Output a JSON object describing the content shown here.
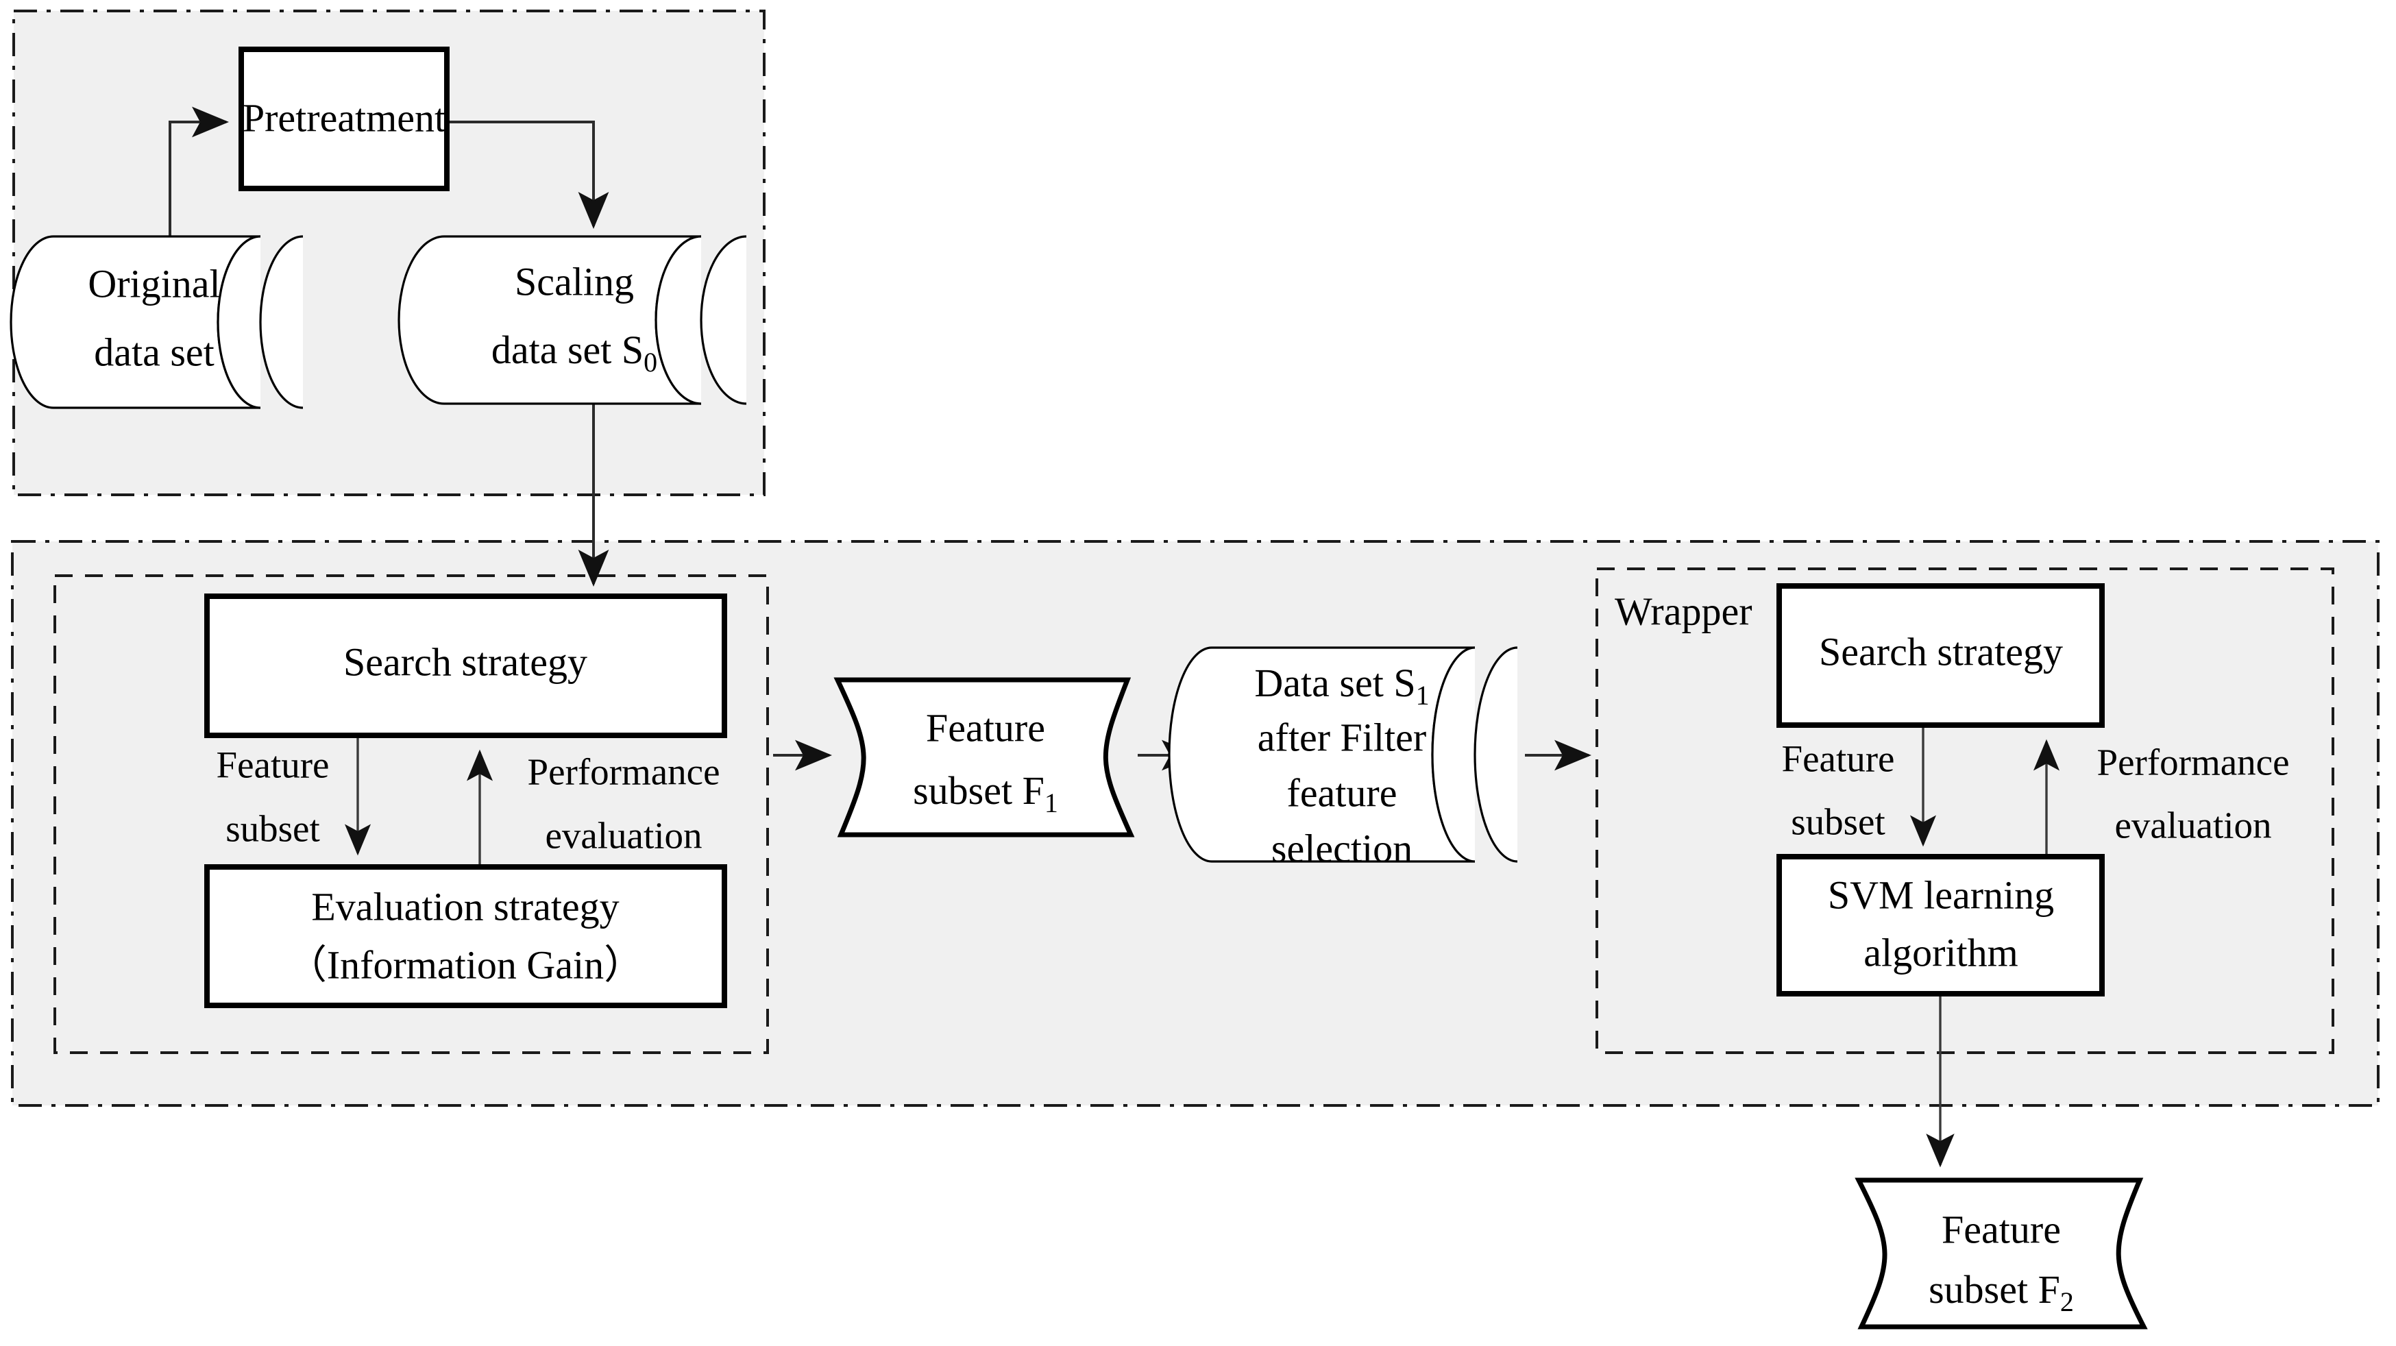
{
  "diagram": {
    "title": "Filter-Wrapper hybrid feature selection flowchart",
    "background_color": "#ffffff",
    "group_fill_color": "#f0f0f0",
    "line_color": "#2b2b2b",
    "text_color": "#000000"
  },
  "groups": {
    "preprocessing": {
      "label": ""
    },
    "selection": {
      "label": ""
    },
    "filter": {
      "label": ""
    },
    "wrapper": {
      "label": "Wrapper"
    }
  },
  "nodes": {
    "pretreatment": {
      "label": "Pretreatment",
      "shape": "rect"
    },
    "original_data_set": {
      "line1": "Original",
      "line2": "data set",
      "shape": "cylinder"
    },
    "scaling_data_set": {
      "line1": "Scaling",
      "line2": "data set S",
      "sub": "0",
      "shape": "cylinder"
    },
    "filter_search_strategy": {
      "label": "Search strategy",
      "shape": "rect"
    },
    "filter_evaluation_strategy": {
      "line1": "Evaluation strategy",
      "line2": "（Information Gain）",
      "shape": "rect"
    },
    "feature_subset_f1": {
      "line1": "Feature",
      "line2": "subset F",
      "sub": "1",
      "shape": "document"
    },
    "data_set_s1": {
      "line1": "Data set S",
      "sub": "1",
      "line2": "after Filter",
      "line3": "feature",
      "line4": "selection",
      "shape": "cylinder"
    },
    "wrapper_search_strategy": {
      "label": "Search strategy",
      "shape": "rect"
    },
    "svm_learning_algorithm": {
      "line1": "SVM learning",
      "line2": "algorithm",
      "shape": "rect"
    },
    "feature_subset_f2": {
      "line1": "Feature",
      "line2": "subset F",
      "sub": "2",
      "shape": "document"
    }
  },
  "edges": {
    "filter_feature_subset": {
      "line1": "Feature",
      "line2": "subset"
    },
    "filter_performance_evaluation": {
      "line1": "Performance",
      "line2": "evaluation"
    },
    "wrapper_feature_subset": {
      "line1": "Feature",
      "line2": "subset"
    },
    "wrapper_performance_evaluation": {
      "line1": "Performance",
      "line2": "evaluation"
    }
  }
}
